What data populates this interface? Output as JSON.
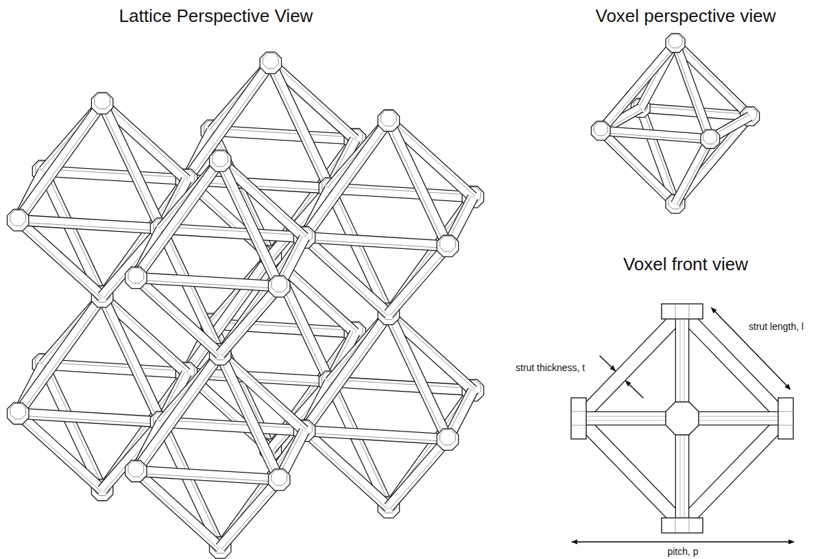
{
  "diagram": {
    "labels": [
      "Lattice Perspective View",
      "Voxel perspective view",
      "Voxel front view",
      "strut thickness, t",
      "strut length, l",
      "pitch, p"
    ]
  }
}
